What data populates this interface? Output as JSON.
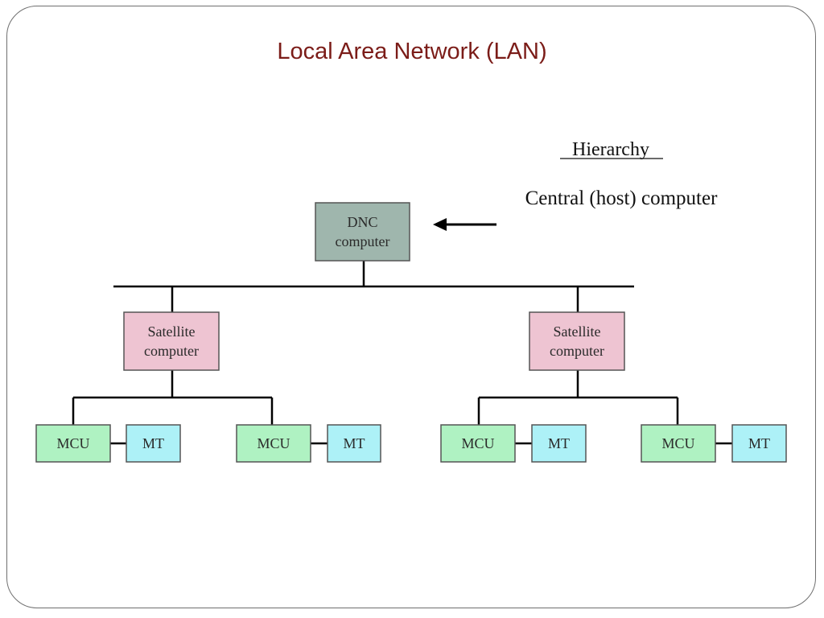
{
  "title": "Local Area Network (LAN)",
  "hierarchy_label": "Hierarchy",
  "central_label": "Central (host) computer",
  "dnc": {
    "line1": "DNC",
    "line2": "computer"
  },
  "satellites": [
    {
      "line1": "Satellite",
      "line2": "computer"
    },
    {
      "line1": "Satellite",
      "line2": "computer"
    }
  ],
  "mcu_label": "MCU",
  "mt_label": "MT",
  "colors": {
    "title": "#7b1c18",
    "dnc_fill": "#9fb6ad",
    "satellite_fill": "#eec4d2",
    "mcu_fill": "#aff2c2",
    "mt_fill": "#adf1f7",
    "border": "#555555",
    "line": "#000000"
  }
}
